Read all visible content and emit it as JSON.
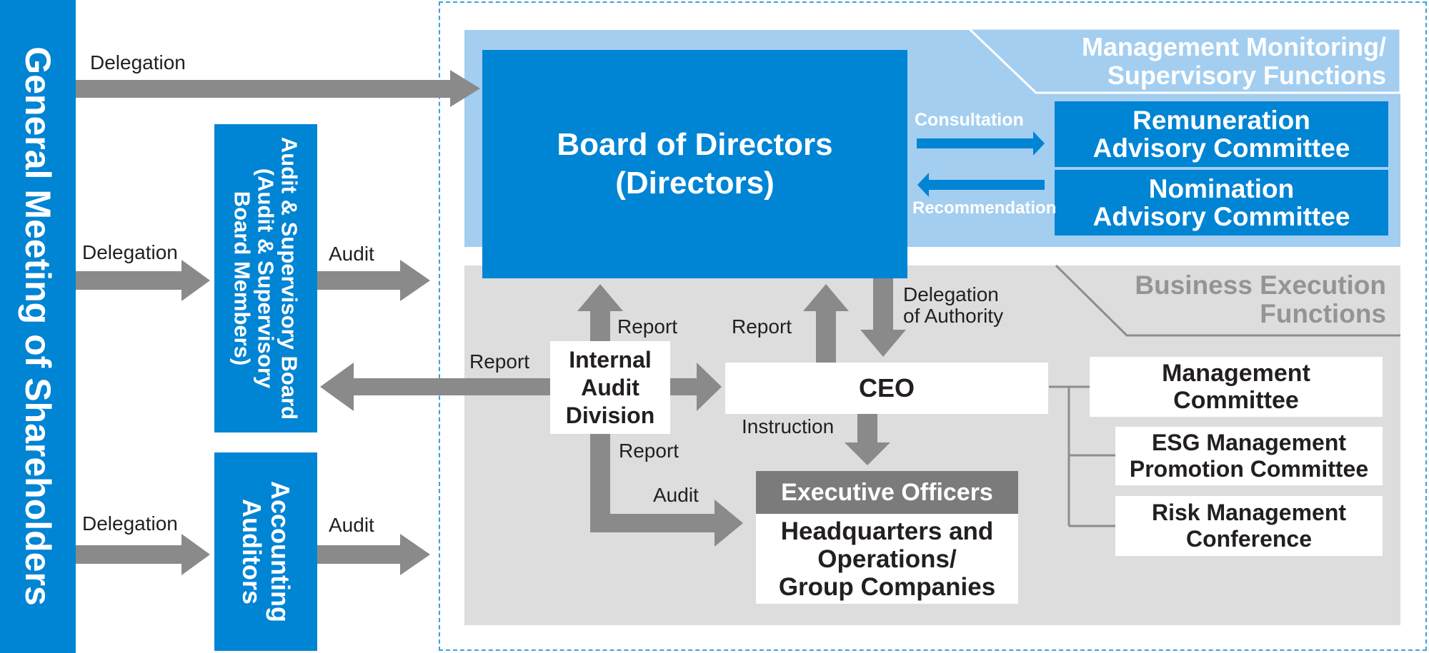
{
  "general_meeting": "General Meeting of Shareholders",
  "audit_board": {
    "line1": "Audit & Supervisory Board",
    "line2": "(Audit & Supervisory",
    "line3": "Board Members)"
  },
  "accounting_auditors": {
    "line1": "Accounting",
    "line2": "Auditors"
  },
  "zones": {
    "monitoring": {
      "line1": "Management Monitoring/",
      "line2": "Supervisory Functions"
    },
    "execution": {
      "line1": "Business Execution",
      "line2": "Functions"
    }
  },
  "board": {
    "line1": "Board of Directors",
    "line2": "(Directors)"
  },
  "remuneration": {
    "line1": "Remuneration",
    "line2": "Advisory Committee"
  },
  "nomination": {
    "line1": "Nomination",
    "line2": "Advisory Committee"
  },
  "internal_audit": {
    "line1": "Internal",
    "line2": "Audit",
    "line3": "Division"
  },
  "ceo": "CEO",
  "executive_officers": {
    "header": "Executive Officers",
    "line1": "Headquarters and",
    "line2": "Operations/",
    "line3": "Group Companies"
  },
  "management_committee": {
    "line1": "Management",
    "line2": "Committee"
  },
  "esg_committee": {
    "line1": "ESG Management",
    "line2": "Promotion Committee"
  },
  "risk_conference": {
    "line1": "Risk Management",
    "line2": "Conference"
  },
  "labels": {
    "delegation_top": "Delegation",
    "delegation_mid": "Delegation",
    "delegation_bottom": "Delegation",
    "audit_mid": "Audit",
    "audit_bottom": "Audit",
    "consultation": "Consultation",
    "recommendation": "Recommendation",
    "report_left": "Report",
    "report_up": "Report",
    "report_ceo": "Report",
    "report_down": "Report",
    "audit_exec": "Audit",
    "delegation_authority_1": "Delegation",
    "delegation_authority_2": "of Authority",
    "instruction": "Instruction"
  },
  "colors": {
    "brand_blue": "#0084d4",
    "light_blue": "#a3cef0",
    "zone_gray": "#dddddd",
    "arrow_gray": "#8a8a8a",
    "header_gray": "#7b7b7b"
  }
}
